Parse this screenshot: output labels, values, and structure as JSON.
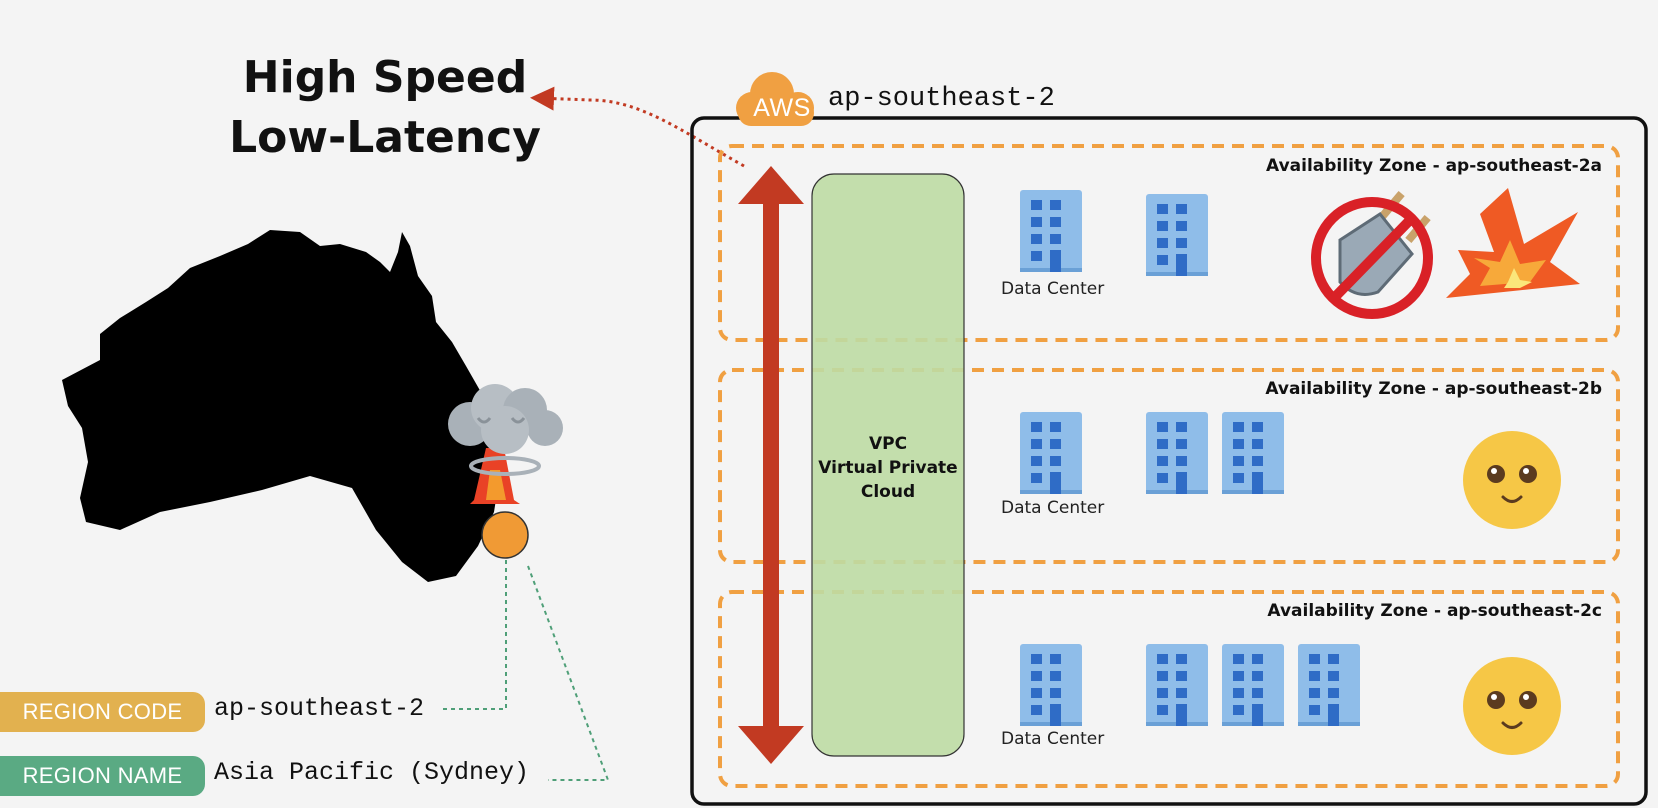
{
  "headline": {
    "line1": "High Speed",
    "line2": "Low-Latency"
  },
  "aws": {
    "logo_text": "AWS",
    "region": "ap-southeast-2"
  },
  "vpc": {
    "line1": "VPC",
    "line2": "Virtual Private",
    "line3": "Cloud"
  },
  "availability_zones": [
    {
      "label": "Availability Zone - ap-southeast-2a",
      "data_center_label": "Data Center",
      "buildings": 2,
      "status": "outage"
    },
    {
      "label": "Availability Zone - ap-southeast-2b",
      "data_center_label": "Data Center",
      "buildings": 3,
      "status": "healthy"
    },
    {
      "label": "Availability Zone - ap-southeast-2c",
      "data_center_label": "Data Center",
      "buildings": 4,
      "status": "healthy"
    }
  ],
  "region_info": {
    "code_label": "REGION CODE",
    "code_value": "ap-southeast-2",
    "name_label": "REGION NAME",
    "name_value": "Asia Pacific (Sydney)"
  },
  "icons": [
    "australia-map-icon",
    "explosion-cloud-icon",
    "region-marker-icon",
    "aws-cloud-icon",
    "building-icon",
    "no-power-plug-icon",
    "burst-icon",
    "smiley-face-icon",
    "double-arrow-icon"
  ],
  "colors": {
    "zone_border": "#f0a042",
    "arrow": "#c23a22",
    "vpc_fill": "#bedba4",
    "building": "#8fbde9",
    "building_window": "#2f6cc6",
    "region_code_pill": "#e2b14f",
    "region_name_pill": "#5aaa83",
    "smiley": "#f6c746",
    "aws_orange": "#f0a042"
  }
}
